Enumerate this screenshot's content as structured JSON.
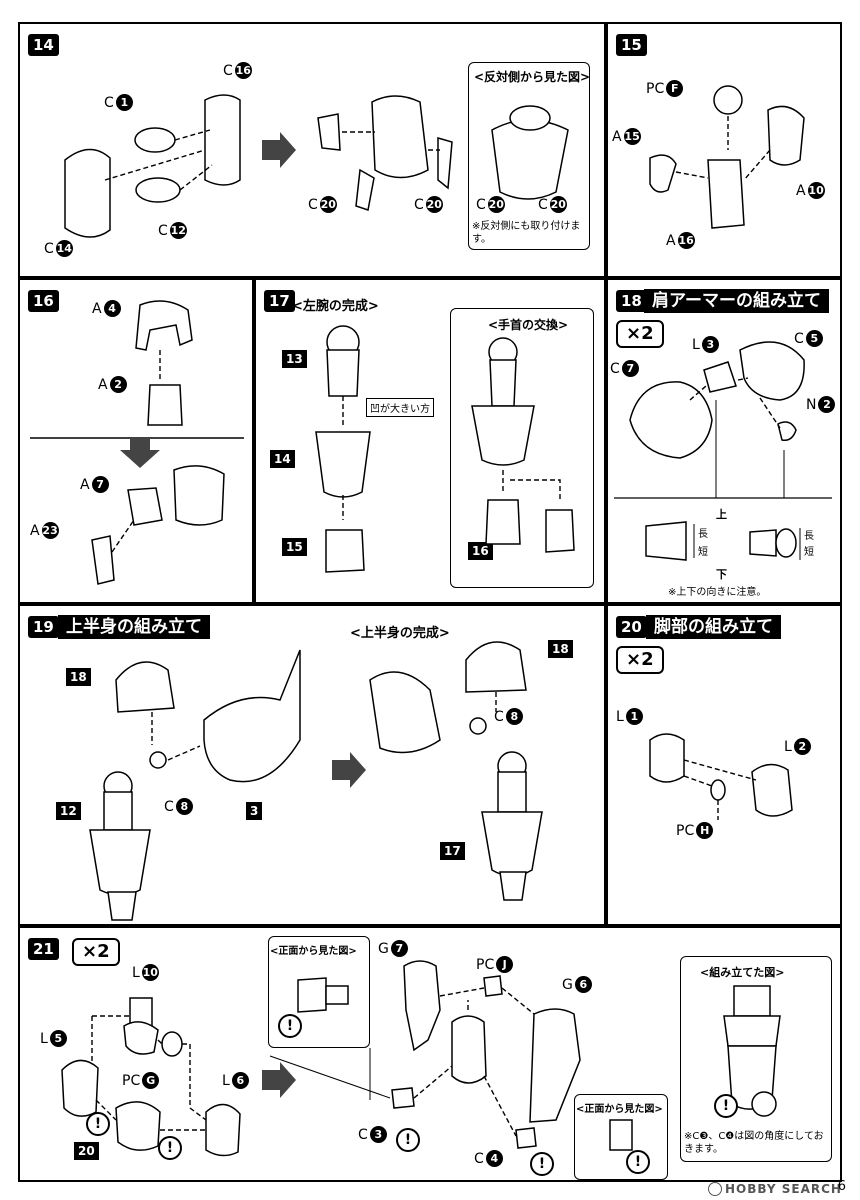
{
  "steps": {
    "s14": {
      "num": "14",
      "view_label": "<反対側から見た図>",
      "note": "※反対側にも取り付けます。"
    },
    "s15": {
      "num": "15"
    },
    "s16": {
      "num": "16"
    },
    "s17": {
      "num": "17",
      "title": "<左腕の完成>",
      "wrist_title": "<手首の交換>",
      "tag": "凹が大きい方"
    },
    "s18": {
      "num": "18",
      "title": "肩アーマーの組み立て",
      "count": "×2",
      "up": "上",
      "down": "下",
      "long": "長",
      "short": "短",
      "note": "※上下の向きに注意。"
    },
    "s19": {
      "num": "19",
      "title": "上半身の組み立て",
      "complete": "<上半身の完成>"
    },
    "s20": {
      "num": "20",
      "title": "脚部の組み立て",
      "count": "×2"
    },
    "s21": {
      "num": "21",
      "count": "×2",
      "front_view": "<正面から見た図>",
      "front_view2": "<正面から見た図>",
      "assembled": "<組み立てた図>",
      "note": "※C❸、C❹は図の角度にしておきます。"
    }
  },
  "labels": {
    "c16": [
      "C",
      "16"
    ],
    "c1": [
      "C",
      "1"
    ],
    "c12": [
      "C",
      "12"
    ],
    "c14": [
      "C",
      "14"
    ],
    "c20a": [
      "C",
      "20"
    ],
    "c20b": [
      "C",
      "20"
    ],
    "c20c": [
      "C",
      "20"
    ],
    "c20d": [
      "C",
      "20"
    ],
    "pcf": [
      "PC",
      "F"
    ],
    "a15": [
      "A",
      "15"
    ],
    "a10": [
      "A",
      "10"
    ],
    "a16": [
      "A",
      "16"
    ],
    "a4": [
      "A",
      "4"
    ],
    "a2": [
      "A",
      "2"
    ],
    "a7": [
      "A",
      "7"
    ],
    "a23": [
      "A",
      "23"
    ],
    "l3": [
      "L",
      "3"
    ],
    "c5": [
      "C",
      "5"
    ],
    "c7": [
      "C",
      "7"
    ],
    "n2": [
      "N",
      "2"
    ],
    "c8a": [
      "C",
      "8"
    ],
    "c8b": [
      "C",
      "8"
    ],
    "l1": [
      "L",
      "1"
    ],
    "l2": [
      "L",
      "2"
    ],
    "pch": [
      "PC",
      "H"
    ],
    "l10": [
      "L",
      "10"
    ],
    "l5": [
      "L",
      "5"
    ],
    "pcg": [
      "PC",
      "G"
    ],
    "l6": [
      "L",
      "6"
    ],
    "g7": [
      "G",
      "7"
    ],
    "pcj": [
      "PC",
      "J"
    ],
    "g6": [
      "G",
      "6"
    ],
    "c3": [
      "C",
      "3"
    ],
    "c4": [
      "C",
      "4"
    ]
  },
  "refs": {
    "r13": "13",
    "r14": "14",
    "r15": "15",
    "r16": "16",
    "r18a": "18",
    "r12": "12",
    "r3": "3",
    "r18b": "18",
    "r17": "17",
    "r20": "20"
  },
  "warn": "!",
  "page_number": "6",
  "watermark": "HOBBY SEARCH"
}
